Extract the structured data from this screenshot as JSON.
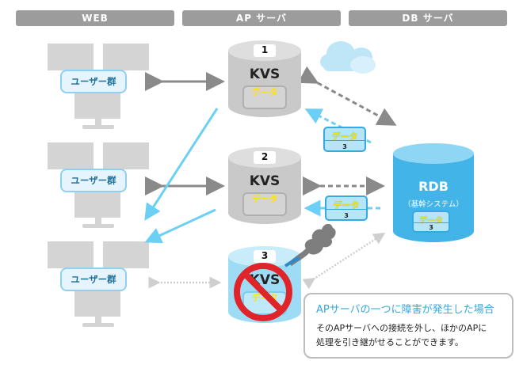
{
  "headers": {
    "web": "WEB",
    "ap": "AP サーバ",
    "db": "DB サーバ"
  },
  "user_groups": [
    {
      "label": "ユーザー群"
    },
    {
      "label": "ユーザー群"
    },
    {
      "label": "ユーザー群"
    }
  ],
  "kvs_nodes": [
    {
      "number": "1",
      "label": "KVS",
      "data": "データ",
      "status": "normal"
    },
    {
      "number": "2",
      "label": "KVS",
      "data": "データ",
      "status": "normal"
    },
    {
      "number": "3",
      "label": "KVS",
      "data": "データ",
      "status": "failed"
    }
  ],
  "packets": [
    {
      "data": "データ",
      "number": "3"
    },
    {
      "data": "データ",
      "number": "3"
    }
  ],
  "rdb": {
    "title": "RDB",
    "subtitle": "（基幹システム）",
    "data": "データ",
    "number": "3"
  },
  "note": {
    "title": "APサーバの一つに障害が発生した場合",
    "body_line1": "そのAPサーバへの接続を外し、ほかのAPに",
    "body_line2": "処理を引き継がせることができます。"
  },
  "colors": {
    "header_bg": "#9c9c9c",
    "blue_accent": "#35a8de",
    "light_blue": "#6ccff5",
    "gray_arrow": "#8a8a8a",
    "failure_red": "#e0252a",
    "data_yellow": "#ffe400"
  }
}
